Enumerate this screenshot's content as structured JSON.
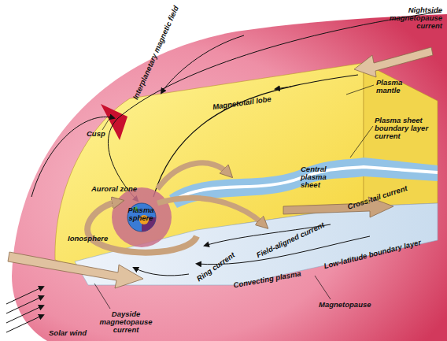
{
  "diagram": {
    "labels": [
      "Interplanetary magnetic field",
      "Nightside magnetopause current",
      "Plasma mantle",
      "Cusp",
      "Magnetotail lobe",
      "Plasma sheet boundary layer current",
      "Central plasma sheet",
      "Auroral zone",
      "Cross-tail current",
      "Plasma sphere",
      "Field-aligned current",
      "Ionosphere",
      "Ring current",
      "Low-latitude boundary layer",
      "Convecting plasma",
      "Magnetopause",
      "Dayside magnetopause current",
      "Solar wind"
    ]
  }
}
